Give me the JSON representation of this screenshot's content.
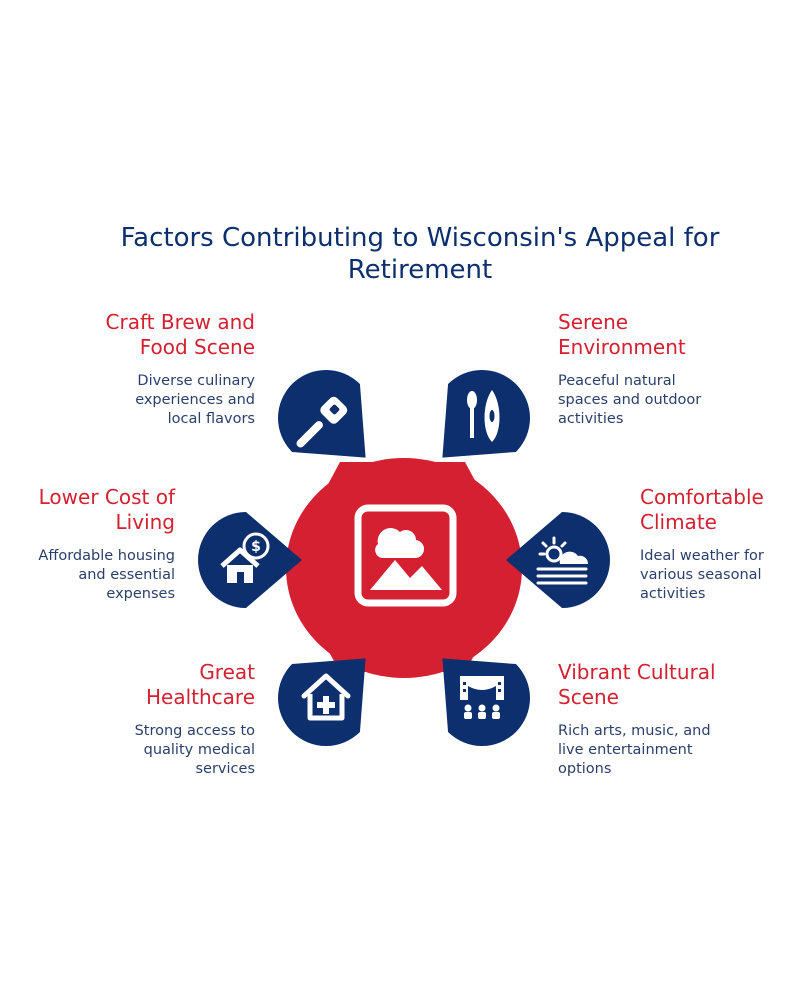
{
  "title": "Factors Contributing to Wisconsin's Appeal for Retirement",
  "colors": {
    "title": "#0d2f6e",
    "heading": "#d42030",
    "body": "#2a3f6a",
    "navy": "#0d2f6e",
    "red": "#d42030"
  },
  "center": {
    "icon": "image-placeholder-icon"
  },
  "factors": [
    {
      "heading": "Craft Brew and Food Scene",
      "description": "Diverse culinary experiences and local flavors",
      "icon": "bottle-opener-icon"
    },
    {
      "heading": "Serene Environment",
      "description": "Peaceful natural spaces and outdoor activities",
      "icon": "paddle-kayak-icon"
    },
    {
      "heading": "Lower Cost of Living",
      "description": "Affordable housing and essential expenses",
      "icon": "house-dollar-icon"
    },
    {
      "heading": "Comfortable Climate",
      "description": "Ideal weather for various seasonal activities",
      "icon": "sun-cloud-icon"
    },
    {
      "heading": "Great Healthcare",
      "description": "Strong access to quality medical services",
      "icon": "medical-house-icon"
    },
    {
      "heading": "Vibrant Cultural Scene",
      "description": "Rich arts, music, and live entertainment options",
      "icon": "theater-stage-icon"
    }
  ]
}
